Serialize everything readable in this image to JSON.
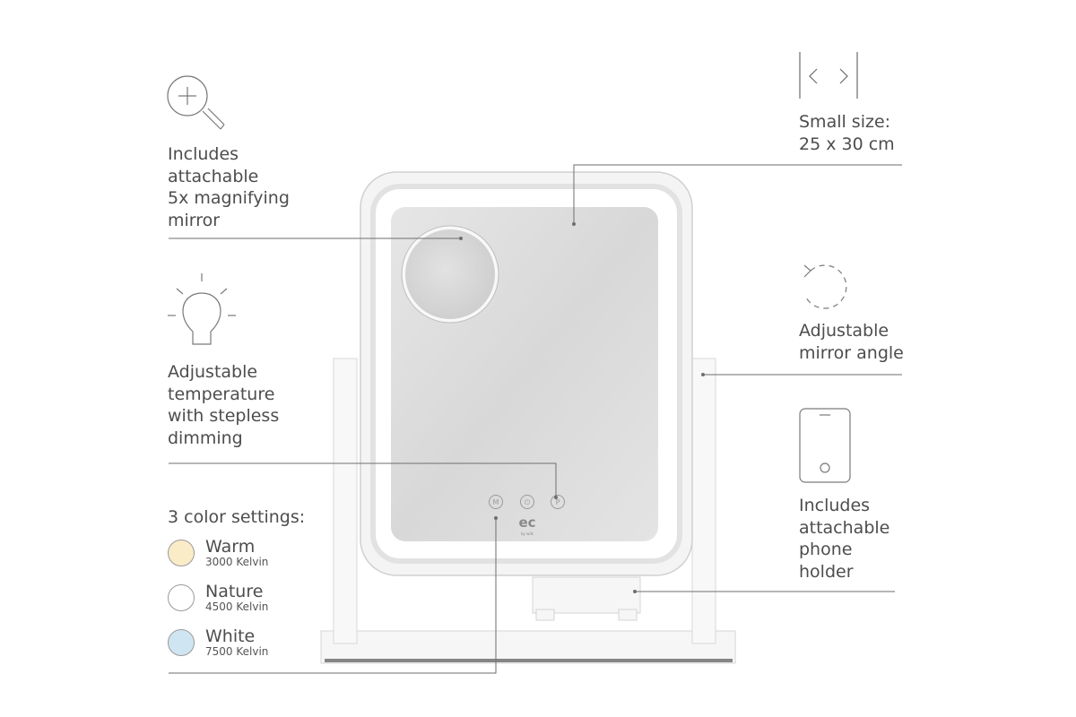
{
  "features": {
    "magnifier": {
      "icon": "magnifier-plus-icon",
      "text": "Includes\nattachable\n5x magnifying\nmirror"
    },
    "size": {
      "icon": "width-arrows-icon",
      "text": "Small size:\n25 x 30 cm"
    },
    "light": {
      "icon": "lightbulb-icon",
      "text": "Adjustable\ntemperature\nwith stepless\ndimming"
    },
    "angle": {
      "icon": "rotate-arrow-icon",
      "text": "Adjustable\nmirror angle"
    },
    "phone": {
      "icon": "smartphone-icon",
      "text": "Includes\nattachable\nphone\nholder"
    }
  },
  "color_settings": {
    "heading": "3 color settings:",
    "items": [
      {
        "name": "Warm",
        "kelvin": "3000 Kelvin",
        "color": "#fbecc8"
      },
      {
        "name": "Nature",
        "kelvin": "4500 Kelvin",
        "color": "#ffffff"
      },
      {
        "name": "White",
        "kelvin": "7500 Kelvin",
        "color": "#cfe6f2"
      }
    ]
  },
  "mirror": {
    "buttons": [
      "M",
      "⏻",
      "P"
    ],
    "logo": "ec",
    "logo_sub": "by wilk"
  },
  "colors": {
    "line": "#6e6e6e",
    "icon_stroke": "#7a7a7a",
    "mirror_glass": "#dcdcdc",
    "frame": "#f4f4f4"
  }
}
